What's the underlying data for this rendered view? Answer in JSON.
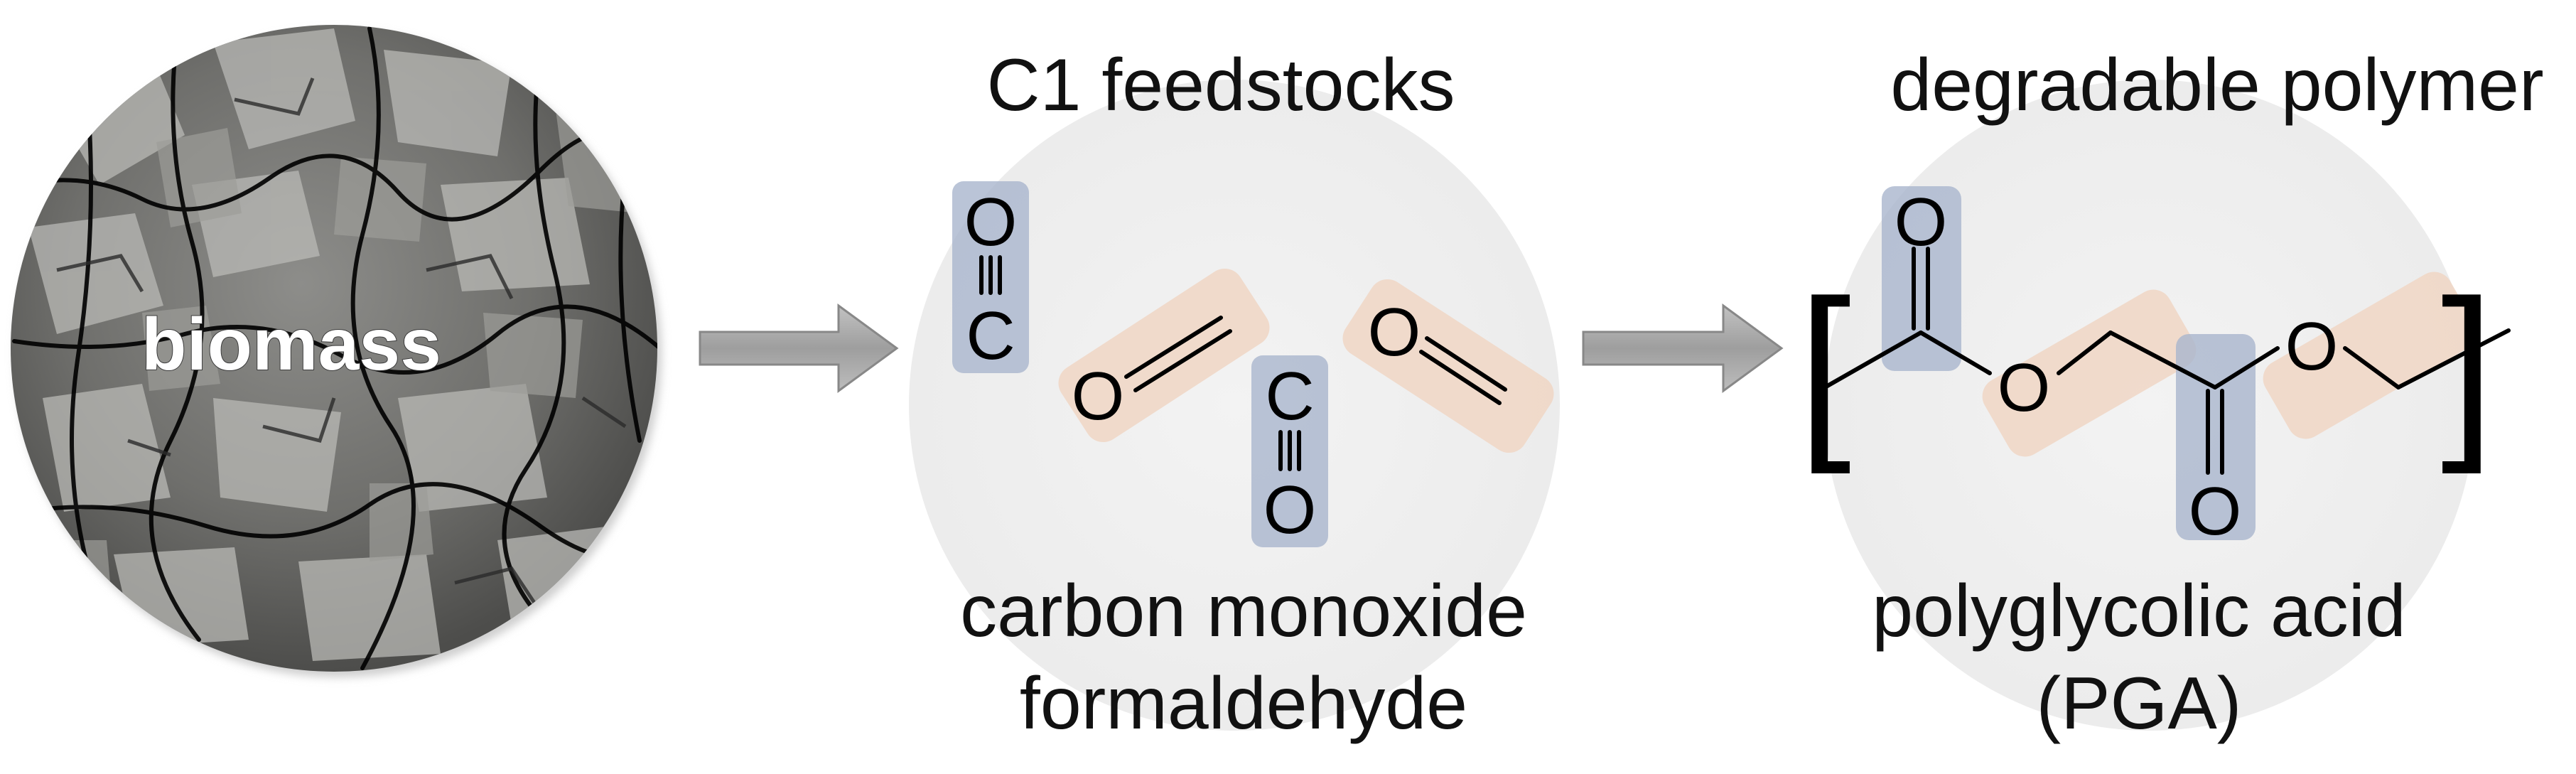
{
  "biomass": {
    "label": "biomass"
  },
  "c1_panel": {
    "title": "C1 feedstocks",
    "caption_line1": "carbon monoxide",
    "caption_line2": "formaldehyde"
  },
  "polymer_panel": {
    "title": "degradable polymer",
    "caption_line1": "polyglycolic acid",
    "caption_line2": "(PGA)"
  },
  "atoms": {
    "oxygen": "O",
    "carbon": "C"
  },
  "colors": {
    "co_highlight": "#a9b5cd",
    "formaldehyde_highlight": "#f0d6c4",
    "panel_circle": "#efefef",
    "arrow": "#a7a7a7"
  },
  "icons": [
    "bark-texture-circle",
    "right-arrow",
    "right-arrow"
  ]
}
